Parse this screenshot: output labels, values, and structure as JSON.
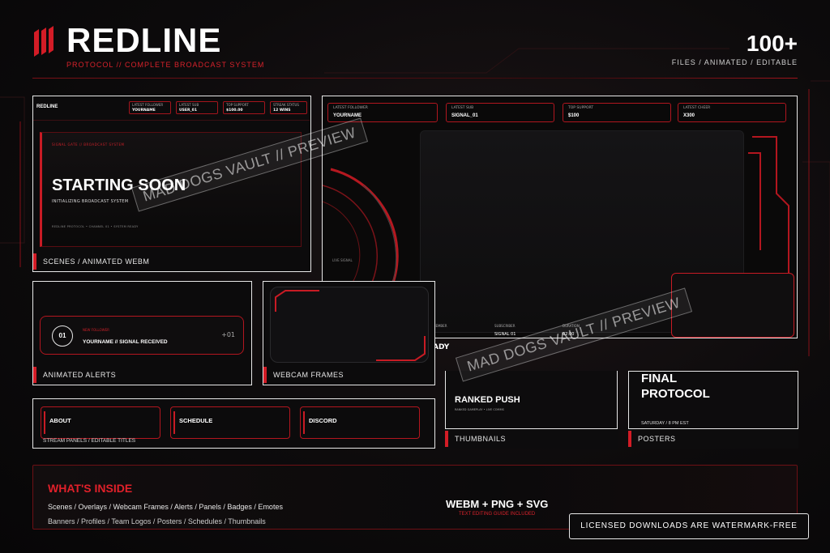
{
  "header": {
    "brand": "REDLINE",
    "tagline": "PROTOCOL  //  COMPLETE BROADCAST SYSTEM",
    "count": "100+",
    "count_sub": "FILES  /  ANIMATED  /  EDITABLE"
  },
  "scenes": {
    "logo": "REDLINE",
    "stats": [
      {
        "label": "LATEST FOLLOWER",
        "value": "YOURNAME"
      },
      {
        "label": "LATEST SUB",
        "value": "USER_01"
      },
      {
        "label": "TOP SUPPORT",
        "value": "$100.00"
      },
      {
        "label": "STREAK STATUS",
        "value": "12 WINS"
      }
    ],
    "pre_title": "SIGNAL GATE // BROADCAST SYSTEM",
    "title": "STARTING SOON",
    "subtitle": "INITIALIZING BROADCAST SYSTEM",
    "footer": "REDLINE PROTOCOL  •  CHANNEL 01  •  SYSTEM READY",
    "caption": "SCENES  /  ANIMATED WEBM"
  },
  "main_preview": {
    "stats": [
      {
        "label": "LATEST FOLLOWER",
        "value": "YOURNAME"
      },
      {
        "label": "LATEST SUB",
        "value": "SIGNAL_01"
      },
      {
        "label": "TOP SUPPORT",
        "value": "$100"
      },
      {
        "label": "LATEST CHEER",
        "value": "X300"
      }
    ],
    "live_signal": "LIVE SIGNAL",
    "lower": [
      {
        "label": "MEMBER",
        "value": "ADY"
      },
      {
        "label": "SUBSCRIBER",
        "value": "SIGNAL 01"
      },
      {
        "label": "DURATION",
        "value": "02:00"
      }
    ]
  },
  "alerts": {
    "badge": "01",
    "kicker": "NEW FOLLOWER",
    "text": "YOURNAME // SIGNAL RECEIVED",
    "plus": "+01",
    "caption": "ANIMATED ALERTS"
  },
  "webcam": {
    "caption": "WEBCAM FRAMES"
  },
  "panels": {
    "items": [
      "ABOUT",
      "SCHEDULE",
      "DISCORD"
    ],
    "caption": "STREAM PANELS  /  EDITABLE TITLES"
  },
  "thumbnails": {
    "title": "RANKED PUSH",
    "subtitle": "RANKED GAMEPLAY • LIVE COMMS",
    "caption": "THUMBNAILS"
  },
  "posters": {
    "title_line1": "FINAL",
    "title_line2": "PROTOCOL",
    "date": "SATURDAY  /  8 PM EST",
    "caption": "POSTERS"
  },
  "watermark": "MAD DOGS VAULT // PREVIEW",
  "inside": {
    "title": "WHAT'S INSIDE",
    "line1": "Scenes  /  Overlays  /  Webcam Frames  /  Alerts  /  Panels  /  Badges  /  Emotes",
    "line2": "Banners  /  Profiles  /  Team Logos  /  Posters  /  Schedules  /  Thumbnails",
    "formats": "WEBM + PNG + SVG",
    "formats_sub": "TEXT EDITING GUIDE INCLUDED"
  },
  "license": "LICENSED DOWNLOADS ARE WATERMARK-FREE",
  "colors": {
    "accent": "#e0202a",
    "background": "#0d0b0c",
    "frame": "#e8e8e8"
  }
}
